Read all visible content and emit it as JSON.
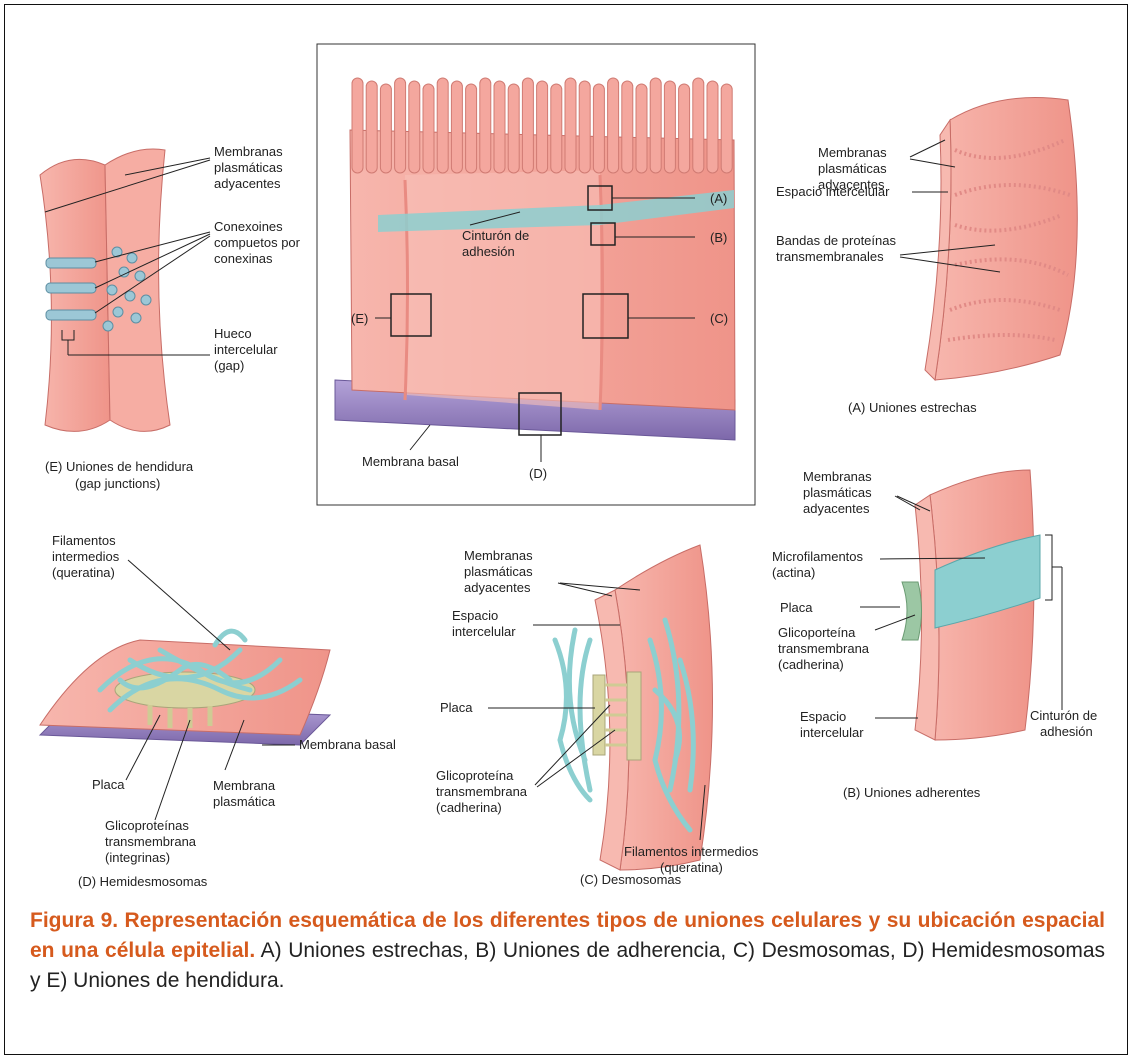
{
  "colors": {
    "membrane": "#f2a39a",
    "membrane_dark": "#c86d67",
    "filament": "#8ccfd0",
    "plaque": "#d9d6a3",
    "basal": "#9a86c4",
    "caption_accent": "#d65a1d"
  },
  "center": {
    "labels": {
      "a": "(A)",
      "b": "(B)",
      "c": "(C)",
      "d": "(D)",
      "e": "(E)",
      "cinturon_1": "Cinturón de",
      "cinturon_2": "adhesión",
      "membrana_basal": "Membrana basal"
    }
  },
  "panel_e": {
    "membranas": [
      "Membranas",
      "plasmáticas",
      "adyacentes"
    ],
    "conexoines": [
      "Conexoines",
      "compuetos por",
      "conexinas"
    ],
    "hueco": [
      "Hueco",
      "intercelular",
      "(gap)"
    ],
    "title": [
      "(E) Uniones de hendidura",
      "(gap junctions)"
    ]
  },
  "panel_a": {
    "membranas": [
      "Membranas",
      "plasmáticas",
      "adyacentes"
    ],
    "espacio": "Espacio intercelular",
    "bandas": [
      "Bandas de proteínas",
      "transmembranales"
    ],
    "title": "(A) Uniones estrechas"
  },
  "panel_b": {
    "membranas": [
      "Membranas",
      "plasmáticas",
      "adyacentes"
    ],
    "micro": [
      "Microfilamentos",
      "(actina)"
    ],
    "placa": "Placa",
    "glico": [
      "Glicoporteína",
      "transmembrana",
      "(cadherina)"
    ],
    "espacio": [
      "Espacio",
      "intercelular"
    ],
    "cinturon": [
      "Cinturón de",
      "adhesión"
    ],
    "title": "(B) Uniones adherentes"
  },
  "panel_d": {
    "filamentos": [
      "Filamentos",
      "intermedios",
      "(queratina)"
    ],
    "membrana_basal": "Membrana basal",
    "placa": "Placa",
    "membrana_plasmatica": [
      "Membrana",
      "plasmática"
    ],
    "glico": [
      "Glicoproteínas",
      "transmembrana",
      "(integrinas)"
    ],
    "title": "(D) Hemidesmosomas"
  },
  "panel_c": {
    "membranas": [
      "Membranas",
      "plasmáticas",
      "adyacentes"
    ],
    "espacio": [
      "Espacio",
      "intercelular"
    ],
    "placa": "Placa",
    "glico": [
      "Glicoproteína",
      "transmembrana",
      "(cadherina)"
    ],
    "filamentos": [
      "Filamentos intermedios",
      "(queratina)"
    ],
    "title": "(C) Desmosomas"
  },
  "caption": {
    "bold": "Figura 9. Representación esquemática de los diferentes tipos de uniones celulares y su ubicación espacial en una célula epitelial.",
    "rest": " A) Uniones estrechas, B) Uniones de adherencia, C) Desmosomas, D) Hemidesmosomas y E) Uniones de hendidura."
  }
}
